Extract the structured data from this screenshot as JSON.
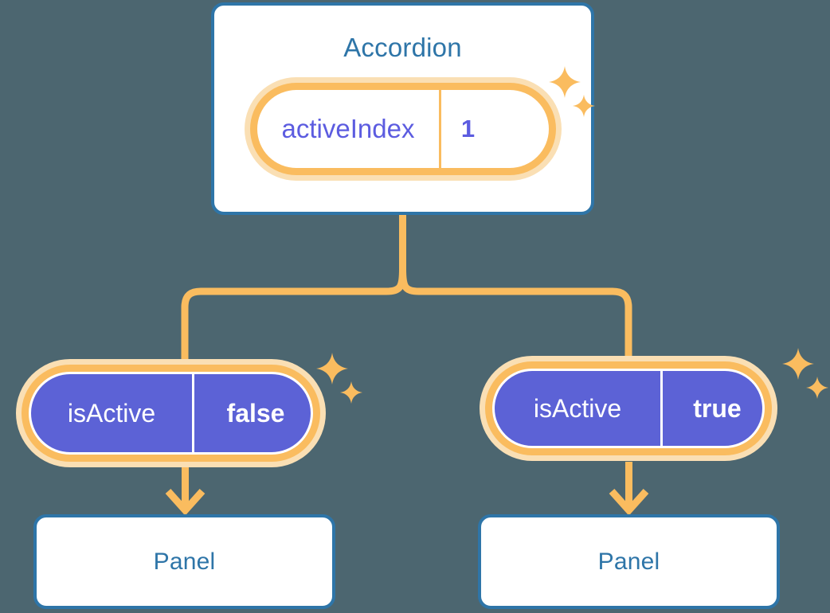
{
  "theme": {
    "background": "#4c6670",
    "card_border": "#2e75a8",
    "card_fill": "#ffffff",
    "title_text": "#2e75a8",
    "accent_orange": "#fabc5f",
    "accent_orange_glow": "#fadfb4",
    "pill_solid_fill": "#5c62d6",
    "pill_light_text": "#5c5ce0",
    "pill_solid_text": "#ffffff",
    "connector": "#fabc5f"
  },
  "diagram": {
    "type": "component-state-tree",
    "root": {
      "title": "Accordion",
      "state_pill": {
        "key": "activeIndex",
        "value": "1",
        "style": "light"
      }
    },
    "branches": [
      {
        "id": "left",
        "state_pill": {
          "key": "isActive",
          "value": "false",
          "style": "solid"
        },
        "child": {
          "title": "Panel"
        }
      },
      {
        "id": "right",
        "state_pill": {
          "key": "isActive",
          "value": "true",
          "style": "solid"
        },
        "child": {
          "title": "Panel"
        }
      }
    ],
    "decorations": [
      {
        "name": "sparkle-pair-accordion",
        "icon": "sparkle-icon",
        "count": 2
      },
      {
        "name": "sparkle-pair-false",
        "icon": "sparkle-icon",
        "count": 2
      },
      {
        "name": "sparkle-pair-true",
        "icon": "sparkle-icon",
        "count": 2
      }
    ],
    "edges": [
      {
        "name": "root-to-branches",
        "kind": "split-connector",
        "arrow": false
      },
      {
        "name": "left-pill-to-panel",
        "kind": "straight",
        "arrow": true
      },
      {
        "name": "right-pill-to-panel",
        "kind": "straight",
        "arrow": true
      }
    ]
  }
}
